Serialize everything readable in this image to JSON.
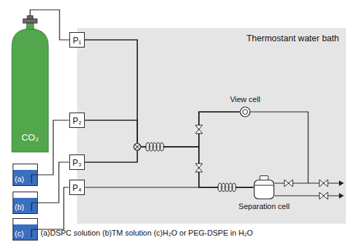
{
  "diagram": {
    "caption": "(a)DSPC solution (b)TM solution (c)H₂O or PEG-DSPE in H₂O",
    "nodes": [
      {
        "text": [
          "P₁"
        ]
      },
      {
        "text": [
          "CO₂"
        ]
      },
      {
        "text": [
          "(a)"
        ]
      },
      {
        "text": [
          "P₂"
        ]
      },
      {
        "text": [
          "Thermostant water bath"
        ]
      },
      {
        "text": [
          "View cell"
        ],
        "in": 4
      },
      {
        "text": [
          "Separation cell"
        ],
        "in": 4
      },
      {
        "text": [
          "P₃"
        ]
      },
      {
        "text": [
          "(b)"
        ]
      },
      {
        "text": [
          "P₄"
        ]
      },
      {
        "text": [
          "(c)"
        ]
      }
    ],
    "edges": [
      {
        "from": 1,
        "to": 0,
        "arrow": "none"
      },
      {
        "from": 2,
        "to": 3,
        "arrow": "none"
      },
      {
        "from": 8,
        "to": 7,
        "arrow": "none"
      },
      {
        "from": 10,
        "to": 9,
        "arrow": "none"
      },
      {
        "from": 0,
        "to": 5,
        "arrow": "none"
      },
      {
        "from": 0,
        "to": 6,
        "arrow": "none"
      },
      {
        "from": 3,
        "to": 5,
        "arrow": "none"
      },
      {
        "from": 3,
        "to": 6,
        "arrow": "none"
      },
      {
        "from": 7,
        "to": 5,
        "arrow": "none"
      },
      {
        "from": 7,
        "to": 6,
        "arrow": "none"
      },
      {
        "from": 9,
        "to": 6,
        "arrow": "none"
      }
    ]
  }
}
